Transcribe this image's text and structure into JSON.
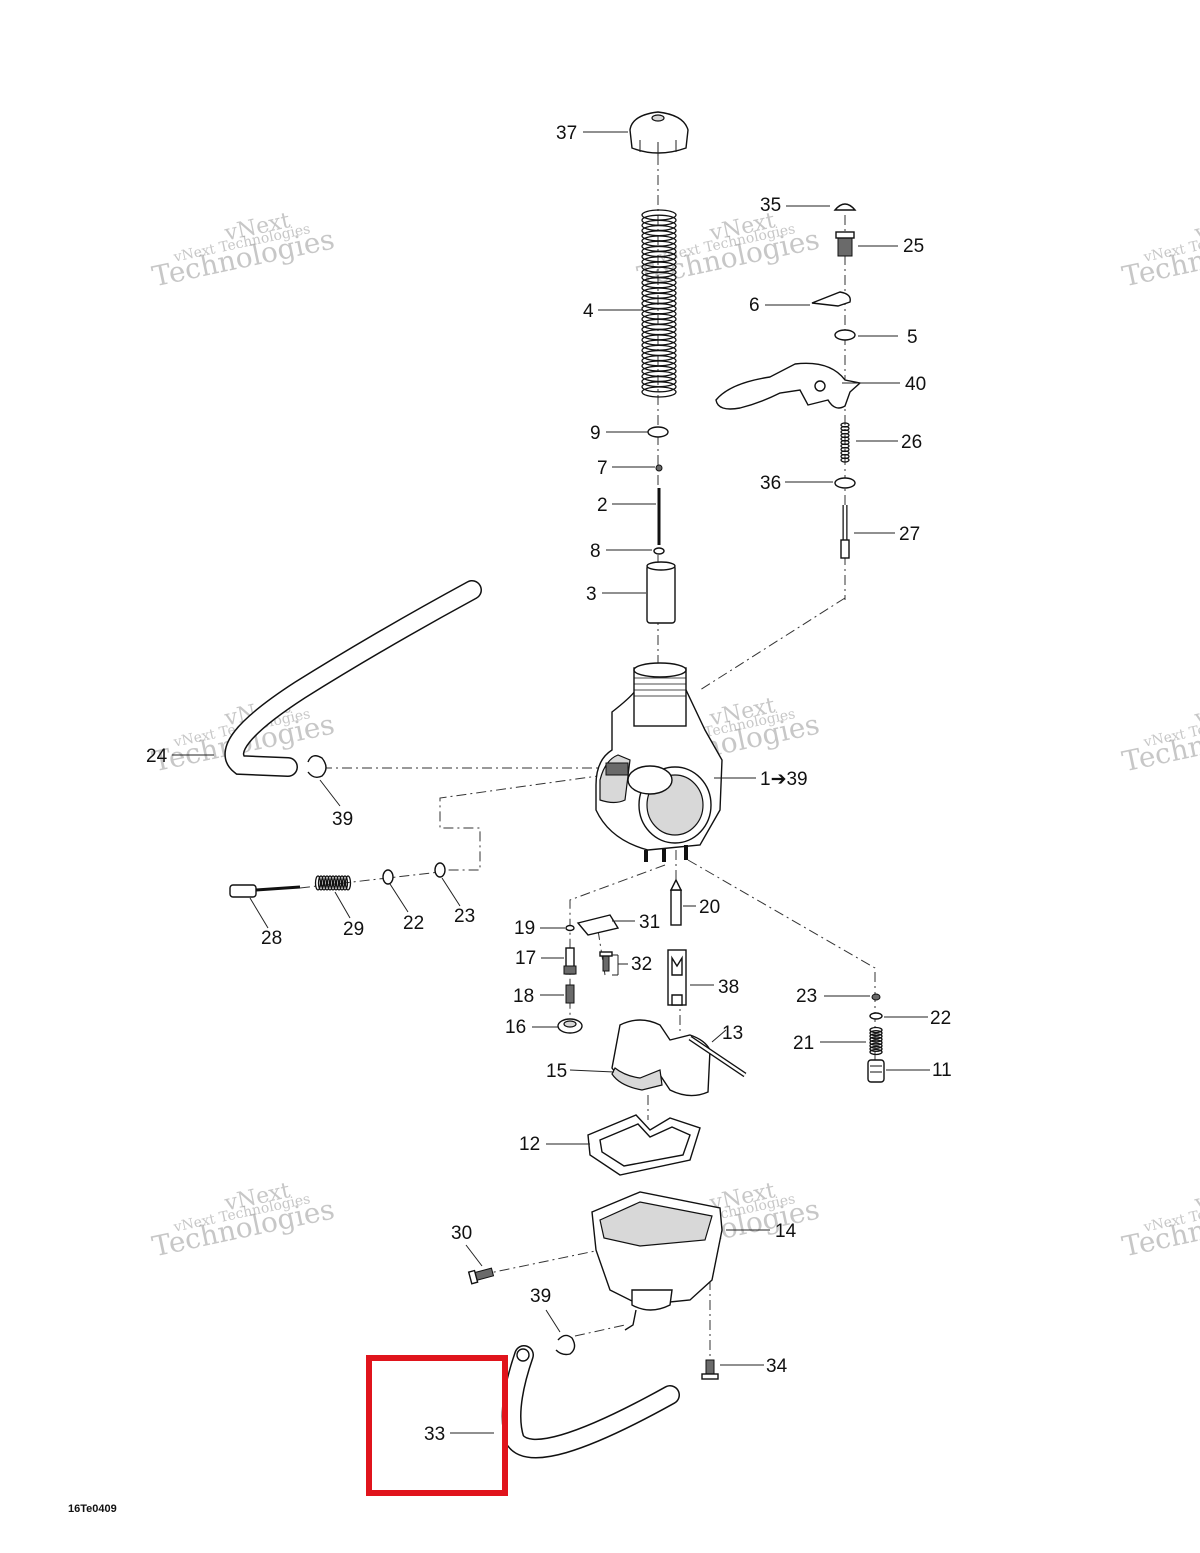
{
  "figure_ref": "16Te0409",
  "watermark": {
    "line1": "vNext",
    "line2": "Technologies",
    "small": "vNext Technologies"
  },
  "highlight": {
    "label": "33",
    "color": "#e0141c"
  },
  "callouts": [
    "37",
    "35",
    "25",
    "4",
    "6",
    "5",
    "40",
    "9",
    "26",
    "7",
    "36",
    "2",
    "27",
    "8",
    "3",
    "24",
    "1➔39",
    "39",
    "28",
    "29",
    "22",
    "23",
    "19",
    "31",
    "20",
    "17",
    "32",
    "18",
    "38",
    "16",
    "13",
    "23",
    "22",
    "15",
    "21",
    "11",
    "12",
    "14",
    "30",
    "39",
    "34",
    "33"
  ]
}
